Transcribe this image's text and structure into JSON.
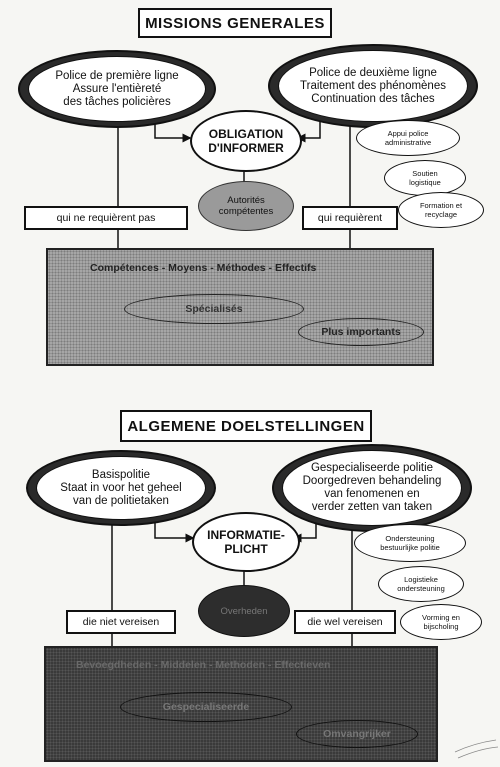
{
  "fr": {
    "title": "MISSIONS GENERALES",
    "left_ellipse": [
      "Police de première ligne",
      "Assure l'entièreté",
      "des tâches policières"
    ],
    "right_ellipse": [
      "Police de deuxième ligne",
      "Traitement des phénomènes",
      "Continuation des tâches"
    ],
    "central": [
      "OBLIGATION",
      "D'INFORMER"
    ],
    "authorities": [
      "Autorités",
      "compétentes"
    ],
    "side_items": [
      [
        "Appui police",
        "administrative"
      ],
      [
        "Soutien",
        "logistique"
      ],
      [
        "Formation et",
        "recyclage"
      ]
    ],
    "left_label": "qui ne requièrent pas",
    "right_label": "qui requièrent",
    "panel_header": "Compétences - Moyens - Méthodes - Effectifs",
    "specialized": "Spécialisés",
    "more_important": "Plus importants"
  },
  "nl": {
    "title": "ALGEMENE DOELSTELLINGEN",
    "left_ellipse": [
      "Basispolitie",
      "Staat in voor het geheel",
      "van de politietaken"
    ],
    "right_ellipse": [
      "Gespecialiseerde politie",
      "Doorgedreven behandeling",
      "van fenomenen en",
      "verder zetten van taken"
    ],
    "central": [
      "INFORMATIE-",
      "PLICHT"
    ],
    "authorities": [
      "Overheden"
    ],
    "side_items": [
      [
        "Ondersteuning",
        "bestuurlijke politie"
      ],
      [
        "Logistieke",
        "ondersteuning"
      ],
      [
        "Vorming en",
        "bijscholing"
      ]
    ],
    "left_label": "die niet vereisen",
    "right_label": "die wel vereisen",
    "panel_header": "Bevoegdheden - Middelen - Methoden - Effectieven",
    "specialized": "Gespecialiseerde",
    "more_important": "Omvangrijker"
  }
}
